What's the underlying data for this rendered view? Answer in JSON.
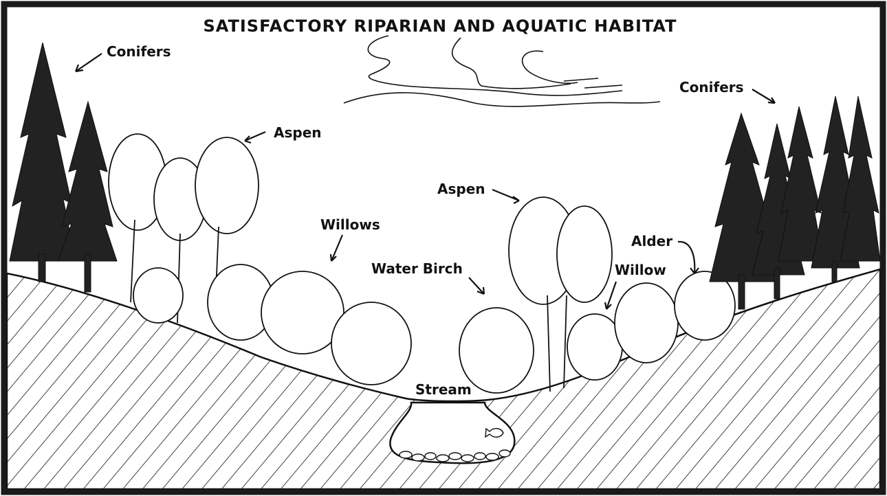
{
  "diagram": {
    "title": "SATISFACTORY RIPARIAN AND AQUATIC HABITAT",
    "labels": {
      "conifers_left": "Conifers",
      "conifers_right": "Conifers",
      "aspen_left": "Aspen",
      "aspen_right": "Aspen",
      "willows": "Willows",
      "water_birch": "Water Birch",
      "willow": "Willow",
      "alder": "Alder",
      "stream": "Stream"
    }
  },
  "colors": {
    "ink": "#111111",
    "paper": "#ffffff",
    "border": "#1a1a1a"
  }
}
